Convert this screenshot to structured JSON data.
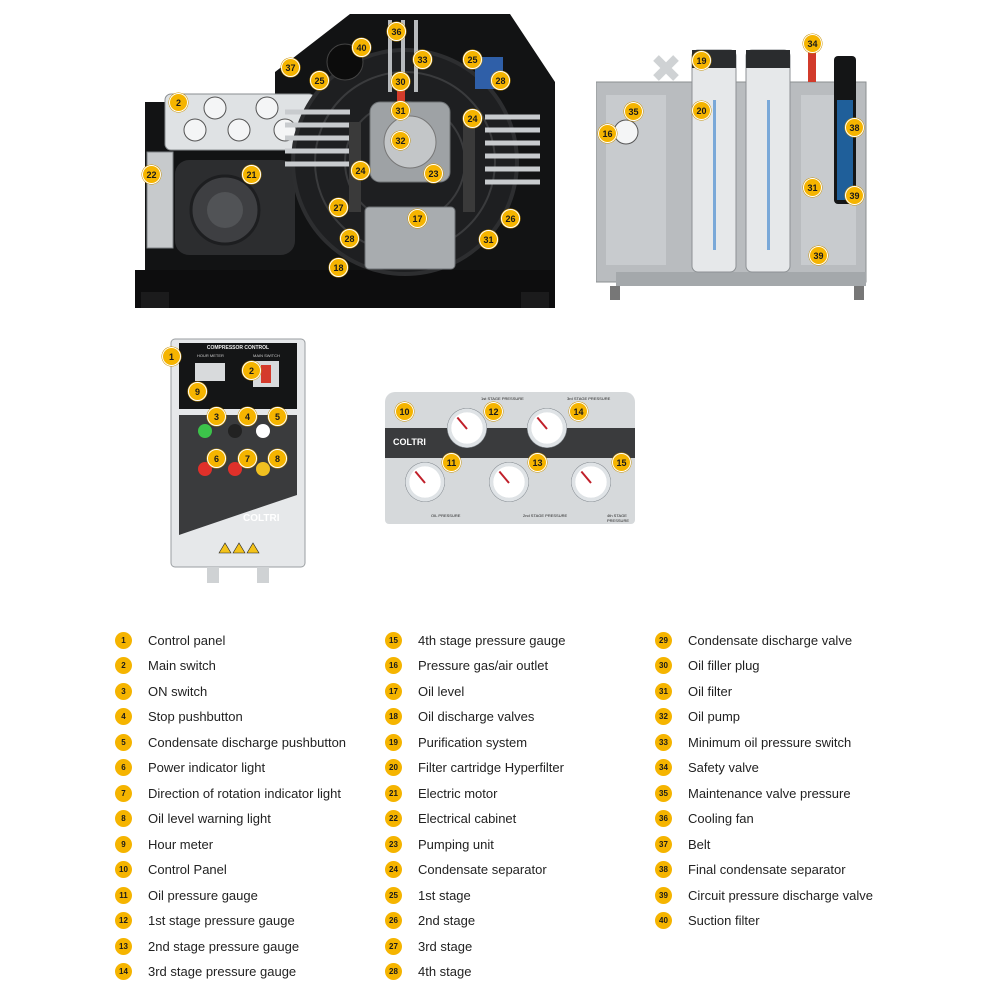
{
  "colors": {
    "badge": "#f5b400",
    "panel_dark": "#3a3b3d",
    "steel": "#b9bcbf"
  },
  "panel": {
    "title": "COMPRESSOR CONTROL",
    "hour_meter_label": "HOUR METER",
    "main_switch_label": "MAIN SWITCH",
    "brand": "COLTRI"
  },
  "gauge_panel": {
    "brand": "COLTRI",
    "stage1": "1st STAGE PRESSURE",
    "stage3": "3rd STAGE PRESSURE",
    "stage2": "2nd STAGE PRESSURE",
    "stage4": "4th STAGE PRESSURE",
    "oil": "OIL PRESSURE"
  },
  "legend": {
    "col1": [
      {
        "num": "1",
        "label": "Control panel"
      },
      {
        "num": "2",
        "label": "Main switch"
      },
      {
        "num": "3",
        "label": "ON switch"
      },
      {
        "num": "4",
        "label": "Stop pushbutton"
      },
      {
        "num": "5",
        "label": "Condensate discharge pushbutton"
      },
      {
        "num": "6",
        "label": "Power indicator light"
      },
      {
        "num": "7",
        "label": "Direction of rotation indicator light"
      },
      {
        "num": "8",
        "label": "Oil level warning light"
      },
      {
        "num": "9",
        "label": "Hour meter"
      },
      {
        "num": "10",
        "label": "Control Panel"
      },
      {
        "num": "11",
        "label": "Oil pressure gauge"
      },
      {
        "num": "12",
        "label": "1st stage pressure gauge"
      },
      {
        "num": "13",
        "label": "2nd stage pressure gauge"
      },
      {
        "num": "14",
        "label": "3rd stage pressure gauge"
      }
    ],
    "col2": [
      {
        "num": "15",
        "label": "4th stage pressure gauge"
      },
      {
        "num": "16",
        "label": "Pressure gas/air outlet"
      },
      {
        "num": "17",
        "label": "Oil level"
      },
      {
        "num": "18",
        "label": "Oil discharge valves"
      },
      {
        "num": "19",
        "label": "Purification system"
      },
      {
        "num": "20",
        "label": "Filter cartridge Hyperfilter"
      },
      {
        "num": "21",
        "label": "Electric motor"
      },
      {
        "num": "22",
        "label": "Electrical cabinet"
      },
      {
        "num": "23",
        "label": "Pumping unit"
      },
      {
        "num": "24",
        "label": "Condensate separator"
      },
      {
        "num": "25",
        "label": "1st stage"
      },
      {
        "num": "26",
        "label": "2nd stage"
      },
      {
        "num": "27",
        "label": "3rd stage"
      },
      {
        "num": "28",
        "label": "4th stage"
      }
    ],
    "col3": [
      {
        "num": "29",
        "label": "Condensate discharge valve"
      },
      {
        "num": "30",
        "label": "Oil filler plug"
      },
      {
        "num": "31",
        "label": "Oil filter"
      },
      {
        "num": "32",
        "label": "Oil pump"
      },
      {
        "num": "33",
        "label": "Minimum oil pressure switch"
      },
      {
        "num": "34",
        "label": "Safety valve"
      },
      {
        "num": "35",
        "label": "Maintenance valve pressure"
      },
      {
        "num": "36",
        "label": "Cooling fan"
      },
      {
        "num": "37",
        "label": "Belt"
      },
      {
        "num": "38",
        "label": "Final condensate separator"
      },
      {
        "num": "39",
        "label": "Circuit pressure discharge valve"
      },
      {
        "num": "40",
        "label": "Suction filter"
      }
    ]
  },
  "callouts": {
    "compressor": [
      "2",
      "37",
      "25",
      "40",
      "36",
      "30",
      "33",
      "25",
      "28",
      "31",
      "24",
      "32",
      "22",
      "21",
      "24",
      "23",
      "27",
      "17",
      "26",
      "28",
      "31",
      "18"
    ],
    "purifier": [
      "19",
      "20",
      "34",
      "35",
      "16",
      "38",
      "31",
      "39",
      "39"
    ],
    "control": [
      "1",
      "2",
      "9",
      "3",
      "4",
      "5",
      "6",
      "7",
      "8"
    ],
    "gauges": [
      "10",
      "12",
      "14",
      "11",
      "13",
      "15"
    ]
  }
}
